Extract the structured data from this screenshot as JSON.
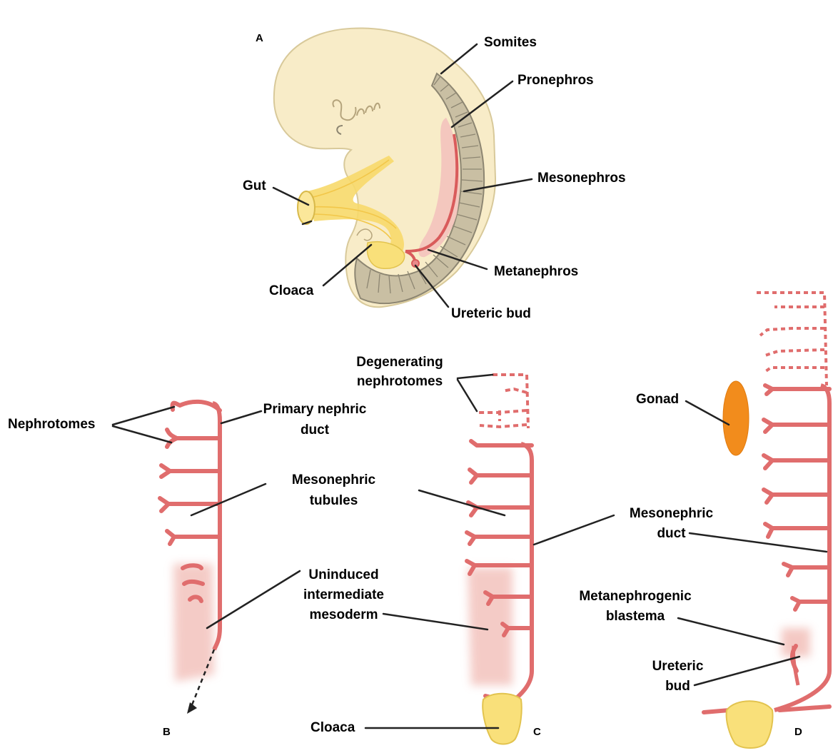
{
  "panels": {
    "a": "A",
    "b": "B",
    "c": "C",
    "d": "D"
  },
  "labels": {
    "somites": "Somites",
    "pronephros": "Pronephros",
    "mesonephros": "Mesonephros",
    "gut": "Gut",
    "metanephros": "Metanephros",
    "cloaca_a": "Cloaca",
    "ureteric_bud_a": "Ureteric bud",
    "degenerating_1": "Degenerating",
    "degenerating_2": "nephrotomes",
    "nephrotomes": "Nephrotomes",
    "primary_duct_1": "Primary nephric",
    "primary_duct_2": "duct",
    "gonad": "Gonad",
    "mesonephric_tubules_1": "Mesonephric",
    "mesonephric_tubules_2": "tubules",
    "mesonephric_duct_1": "Mesonephric",
    "mesonephric_duct_2": "duct",
    "uninduced_1": "Uninduced",
    "uninduced_2": "intermediate",
    "uninduced_3": "mesoderm",
    "metanephrogenic_1": "Metanephrogenic",
    "metanephrogenic_2": "blastema",
    "ureteric_bud_d_1": "Ureteric",
    "ureteric_bud_d_2": "bud",
    "cloaca_c": "Cloaca"
  },
  "colors": {
    "embryo": "#f8ecc8",
    "embryo_outline": "#d8c99a",
    "somite": "#c9bfa3",
    "somite_outline": "#8d8672",
    "gut": "#f7d96a",
    "duct": "#e06d6d",
    "duct_outline": "#b94848",
    "mesoderm": "#f3c3bd",
    "cloaca": "#f9e07a",
    "gonad": "#f28c1c",
    "leader": "#222222"
  }
}
